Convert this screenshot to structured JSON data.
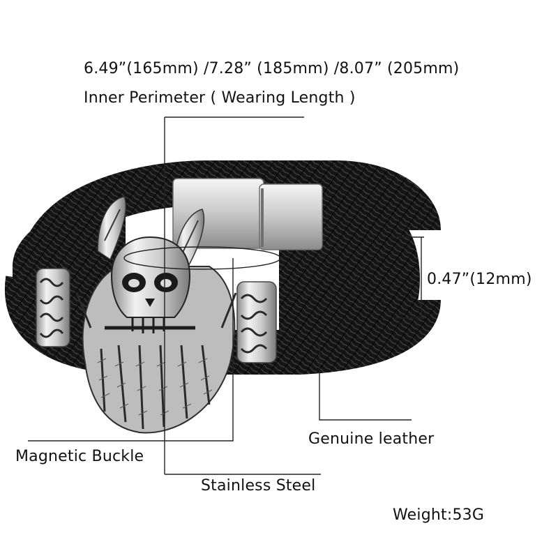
{
  "annotations": {
    "sizes": "6.49”(165mm)  /7.28” (185mm)  /8.07”  (205mm)",
    "inner_perimeter": "Inner Perimeter ( Wearing Length )",
    "width": "0.47”(12mm)",
    "leather": "Genuine leather",
    "buckle": "Magnetic Buckle",
    "steel": "Stainless Steel",
    "weight": "Weight:53G"
  },
  "colors": {
    "leather": "#141414",
    "steel_light": "#e6e6e6",
    "steel_mid": "#a8a8a8",
    "steel_dark": "#3a3a3a",
    "line": "#222222"
  }
}
